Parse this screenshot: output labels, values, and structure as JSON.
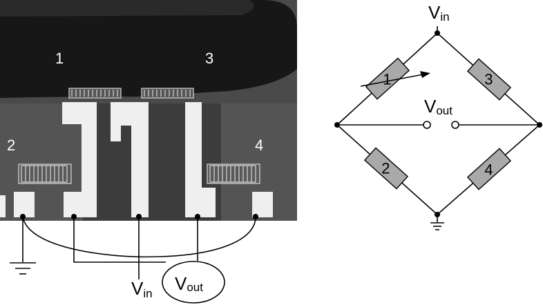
{
  "photo": {
    "gauge_labels": [
      "1",
      "3",
      "2",
      "4"
    ]
  },
  "photo_circuit": {
    "vin_main": "V",
    "vin_sub": "in",
    "vout_main": "V",
    "vout_sub": "out"
  },
  "bridge": {
    "vin_main": "V",
    "vin_sub": "in",
    "vout_main": "V",
    "vout_sub": "out",
    "resistor_labels": [
      "1",
      "3",
      "2",
      "4"
    ]
  },
  "colors": {
    "resistor_fill": "#a9a9a9",
    "photo_dark": "#1b1b1b",
    "photo_mid": "#4e4e4e",
    "pad_white": "#efefef"
  }
}
